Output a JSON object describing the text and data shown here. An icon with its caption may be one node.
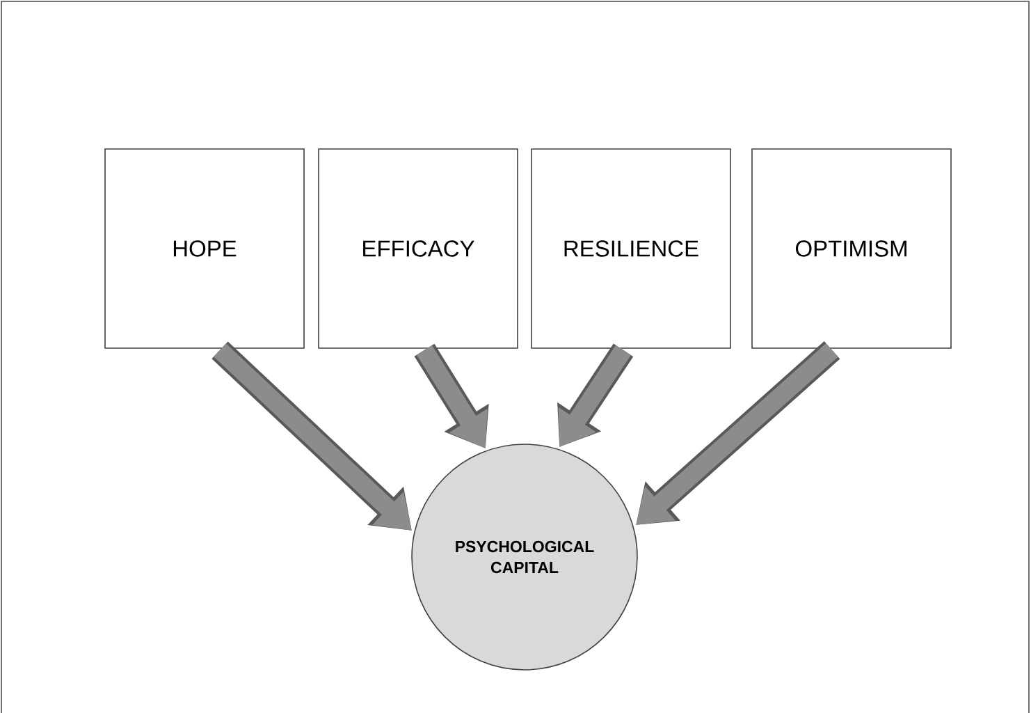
{
  "diagram": {
    "nodes": [
      {
        "text": [
          "HOPE"
        ]
      },
      {
        "text": [
          "EFFICACY"
        ]
      },
      {
        "text": [
          "RESILIENCE"
        ]
      },
      {
        "text": [
          "OPTIMISM"
        ]
      },
      {
        "text": [
          "PSYCHOLOGICAL CAPITAL"
        ]
      }
    ],
    "edges": [
      {
        "from": 0,
        "to": 4,
        "arrow": "to"
      },
      {
        "from": 1,
        "to": 4,
        "arrow": "to"
      },
      {
        "from": 2,
        "to": 4,
        "arrow": "to"
      },
      {
        "from": 3,
        "to": 4,
        "arrow": "to"
      }
    ]
  }
}
